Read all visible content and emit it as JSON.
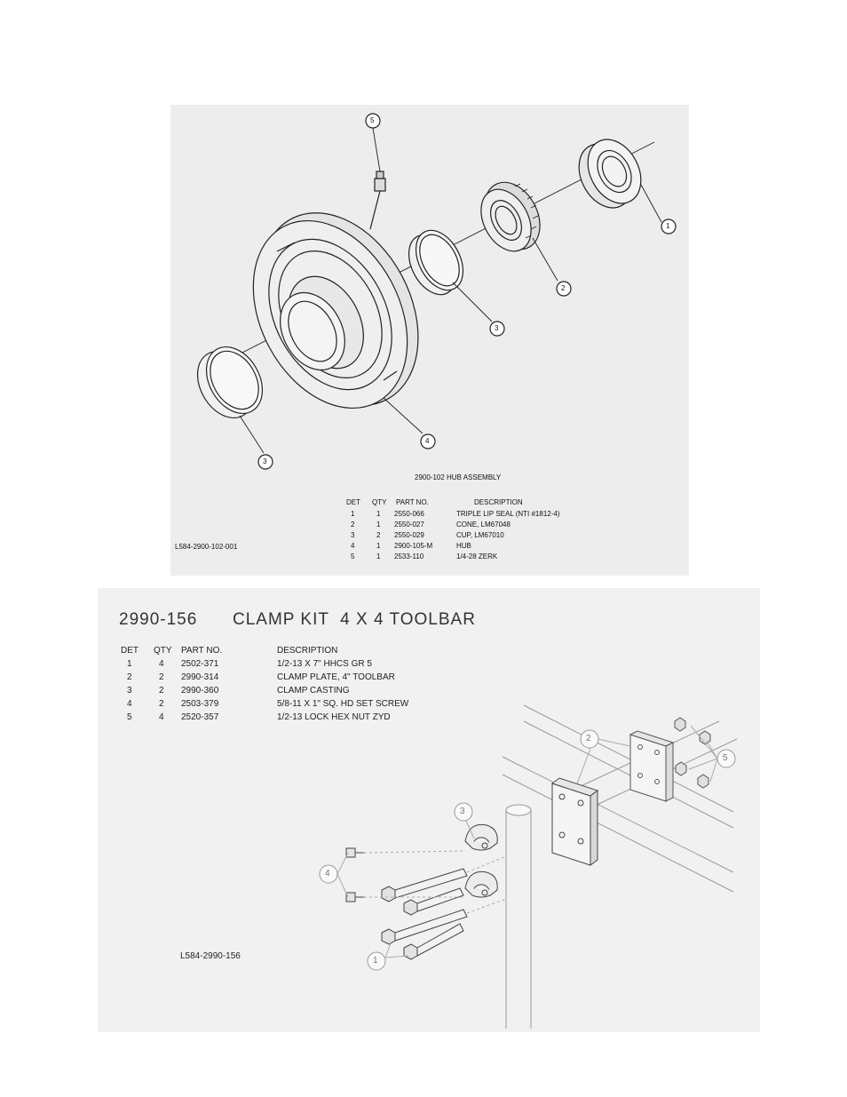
{
  "hub": {
    "assembly_title": "2900-102 HUB ASSEMBLY",
    "drawing_ref": "L584-2900-102-001",
    "headers": {
      "det": "DET",
      "qty": "QTY",
      "part": "PART NO.",
      "desc": "DESCRIPTION"
    },
    "rows": [
      {
        "det": "1",
        "qty": "1",
        "part": "2550-066",
        "desc": "TRIPLE LIP SEAL (NTI #1812-4)"
      },
      {
        "det": "2",
        "qty": "1",
        "part": "2550-027",
        "desc": "CONE, LM67048"
      },
      {
        "det": "3",
        "qty": "2",
        "part": "2550-029",
        "desc": "CUP, LM67010"
      },
      {
        "det": "4",
        "qty": "1",
        "part": "2900-105-M",
        "desc": "HUB"
      },
      {
        "det": "5",
        "qty": "1",
        "part": "2533-110",
        "desc": "1/4-28 ZERK"
      }
    ],
    "callouts": [
      "5",
      "1",
      "2",
      "3",
      "4",
      "3"
    ]
  },
  "clamp": {
    "title_number": "2990-156",
    "title_text": "CLAMP KIT  4 X 4 TOOLBAR",
    "drawing_ref": "L584-2990-156",
    "headers": {
      "det": "DET",
      "qty": "QTY",
      "part": "PART NO.",
      "desc": "DESCRIPTION"
    },
    "rows": [
      {
        "det": "1",
        "qty": "4",
        "part": "2502-371",
        "desc": "1/2-13 X 7\" HHCS GR 5"
      },
      {
        "det": "2",
        "qty": "2",
        "part": "2990-314",
        "desc": "CLAMP PLATE, 4\" TOOLBAR"
      },
      {
        "det": "3",
        "qty": "2",
        "part": "2990-360",
        "desc": "CLAMP CASTING"
      },
      {
        "det": "4",
        "qty": "2",
        "part": "2503-379",
        "desc": "5/8-11 X 1\" SQ. HD SET SCREW"
      },
      {
        "det": "5",
        "qty": "4",
        "part": "2520-357",
        "desc": "1/2-13 LOCK HEX NUT ZYD"
      }
    ],
    "callouts": [
      "2",
      "5",
      "3",
      "4",
      "1"
    ]
  }
}
